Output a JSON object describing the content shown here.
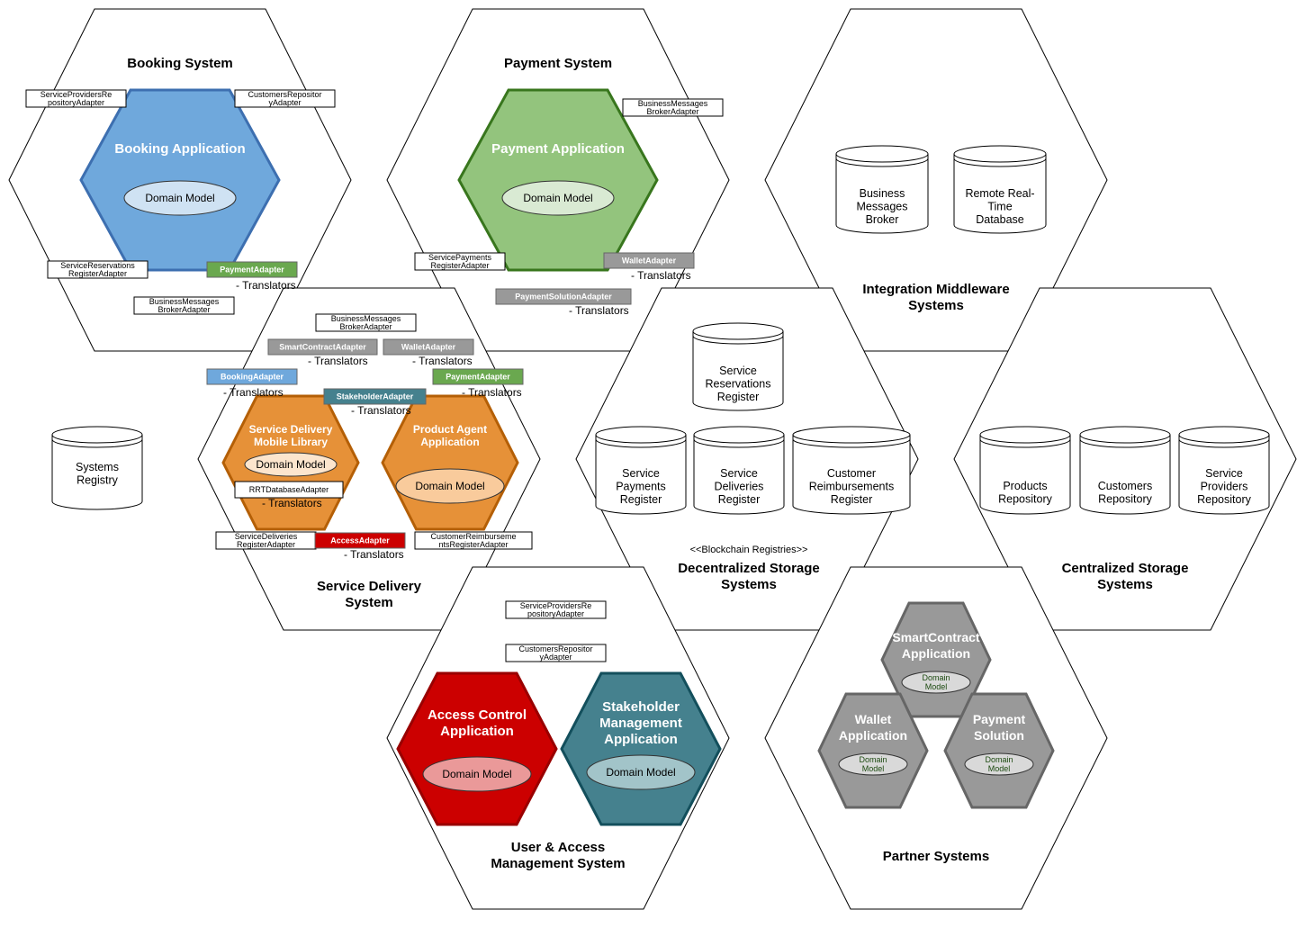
{
  "systems": {
    "booking": "Booking System",
    "payment": "Payment System",
    "integration": [
      "Integration Middleware",
      "Systems"
    ],
    "service_delivery": [
      "Service Delivery",
      "System"
    ],
    "decentralized": [
      "Decentralized Storage",
      "Systems"
    ],
    "decentralized_stereotype": "<<Blockchain Registries>>",
    "centralized": [
      "Centralized Storage",
      "Systems"
    ],
    "user_access": [
      "User & Access",
      "Management System"
    ],
    "partner": "Partner Systems"
  },
  "applications": {
    "booking": [
      "Booking Application"
    ],
    "payment": [
      "Payment Application"
    ],
    "service_delivery": [
      "Service Delivery",
      "Mobile Library"
    ],
    "product_agent": [
      "Product Agent",
      "Application"
    ],
    "access_control": [
      "Access Control",
      "Application"
    ],
    "stakeholder": [
      "Stakeholder",
      "Management",
      "Application"
    ],
    "smart_contract": [
      "SmartContract",
      "Application"
    ],
    "wallet": [
      "Wallet",
      "Application"
    ],
    "payment_solution": [
      "Payment",
      "Solution"
    ]
  },
  "domain_model": "Domain Model",
  "domain_model_split": [
    "Domain",
    "Model"
  ],
  "translators": "- Translators",
  "adapters": {
    "sp_repo": [
      "ServiceProvidersRe",
      "positoryAdapter"
    ],
    "cust_repo": [
      "CustomersRepositor",
      "yAdapter"
    ],
    "res_reg": [
      "ServiceReservations",
      "RegisterAdapter"
    ],
    "bmb": [
      "BusinessMessages",
      "BrokerAdapter"
    ],
    "pay_reg": [
      "ServicePayments",
      "RegisterAdapter"
    ],
    "deliv_reg": [
      "ServiceDeliveries",
      "RegisterAdapter"
    ],
    "cust_reimb": [
      "CustomerReimburseme",
      "ntsRegisterAdapter"
    ],
    "rrt_db": "RRTDatabaseAdapter",
    "payment_adapter": "PaymentAdapter",
    "wallet_adapter": "WalletAdapter",
    "payment_solution_adapter": "PaymentSolutionAdapter",
    "smart_contract_adapter": "SmartContractAdapter",
    "booking_adapter": "BookingAdapter",
    "stakeholder_adapter": "StakeholderAdapter",
    "access_adapter": "AccessAdapter"
  },
  "databases": {
    "bmb": [
      "Business",
      "Messages",
      "Broker"
    ],
    "rtdb": [
      "Remote Real-",
      "Time",
      "Database"
    ],
    "systems_registry": [
      "Systems",
      "Registry"
    ],
    "service_reservations": [
      "Service",
      "Reservations",
      "Register"
    ],
    "service_payments": [
      "Service",
      "Payments",
      "Register"
    ],
    "service_deliveries": [
      "Service",
      "Deliveries",
      "Register"
    ],
    "customer_reimb": [
      "Customer",
      "Reimbursements",
      "Register"
    ],
    "products": [
      "Products",
      "Repository"
    ],
    "customers": [
      "Customers",
      "Repository"
    ],
    "service_providers": [
      "Service",
      "Providers",
      "Repository"
    ]
  },
  "colors": {
    "booking": "#6fa8dc",
    "booking_stroke": "#3d6fb0",
    "payment": "#93c47d",
    "payment_stroke": "#38761d",
    "orange": "#e69138",
    "orange_stroke": "#b45f06",
    "red": "#cc0000",
    "red_stroke": "#990000",
    "teal": "#45818e",
    "teal_stroke": "#134f5c",
    "gray": "#999999",
    "gray_stroke": "#666666"
  }
}
